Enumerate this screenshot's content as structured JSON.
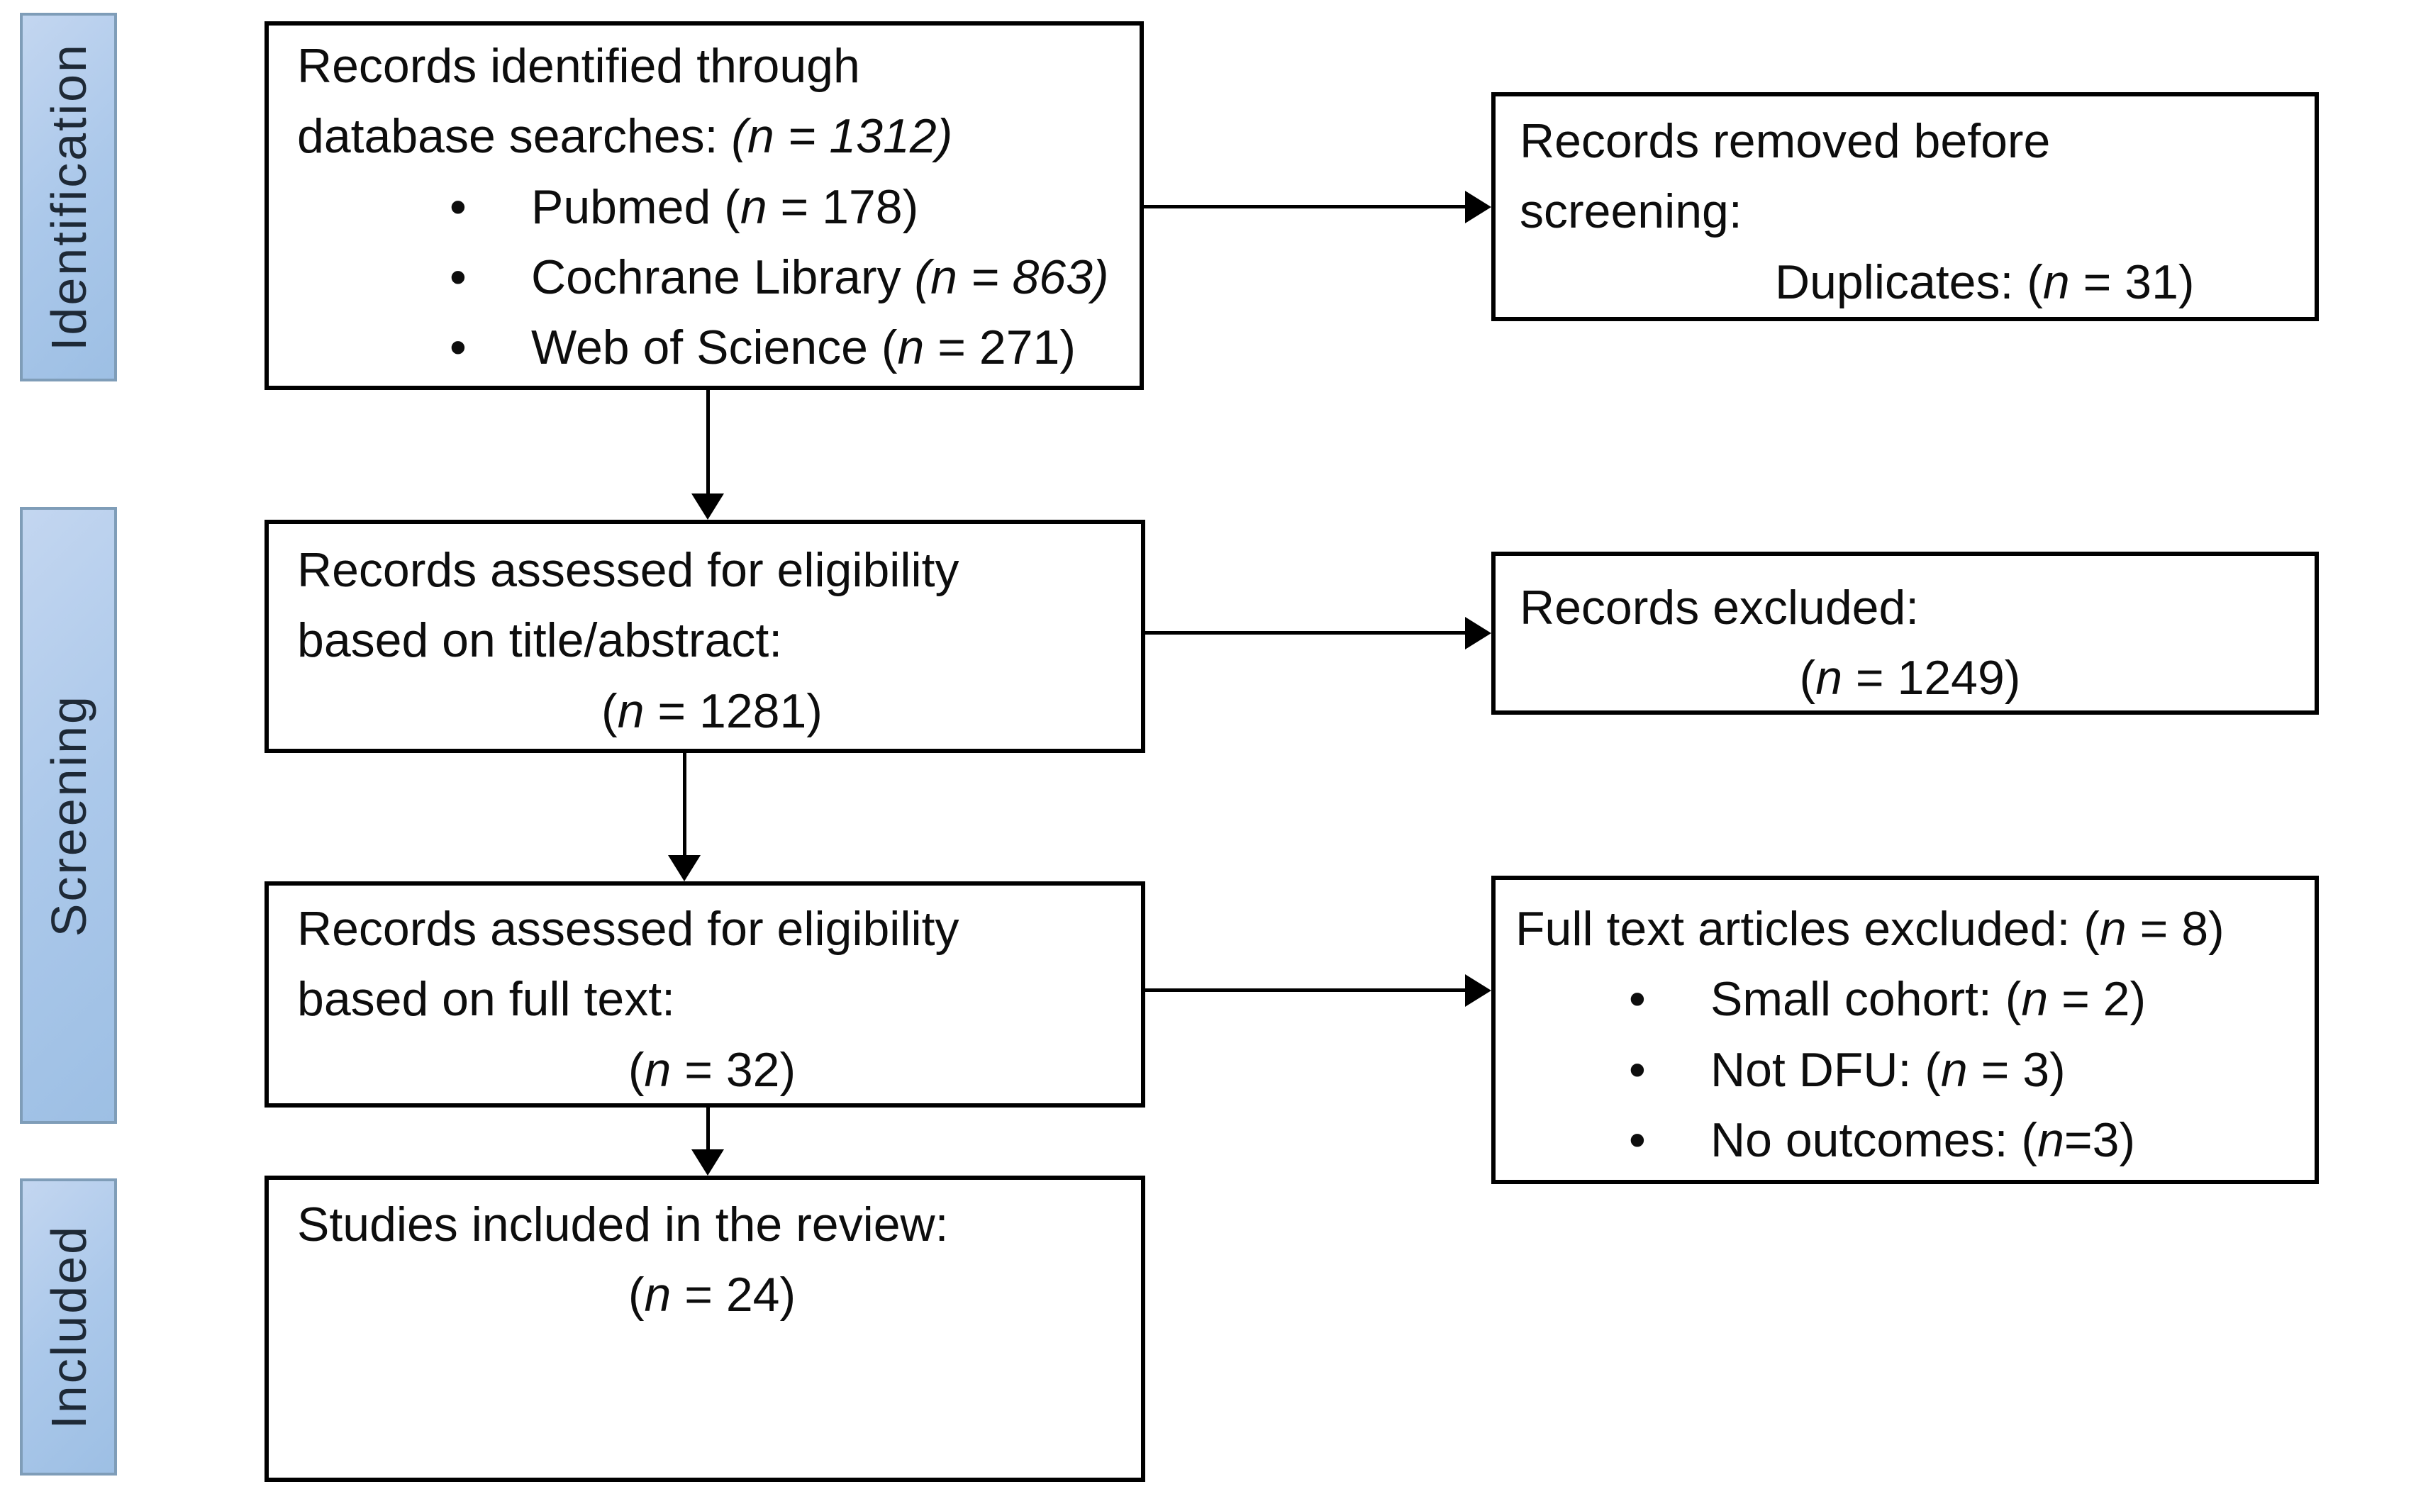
{
  "stages": [
    {
      "id": "identification",
      "label": "Identification"
    },
    {
      "id": "screening",
      "label": "Screening"
    },
    {
      "id": "included",
      "label": "Included"
    }
  ],
  "boxes": {
    "identified": {
      "lines": [
        [
          {
            "t": "Records identified through"
          }
        ],
        [
          {
            "t": "database searches: "
          },
          {
            "t": "(n = 1312)",
            "i": true
          }
        ]
      ],
      "bullets": [
        [
          {
            "t": "Pubmed ("
          },
          {
            "t": "n",
            "i": true
          },
          {
            "t": " = 178)"
          }
        ],
        [
          {
            "t": "Cochrane Library "
          },
          {
            "t": "(n = 863)",
            "i": true
          }
        ],
        [
          {
            "t": "Web of Science ("
          },
          {
            "t": "n",
            "i": true
          },
          {
            "t": " = 271)"
          }
        ]
      ]
    },
    "removed": {
      "lines": [
        [
          {
            "t": "Records removed before"
          }
        ],
        [
          {
            "t": "screening:"
          }
        ]
      ],
      "indented_line": [
        {
          "t": "Duplicates: ("
        },
        {
          "t": "n",
          "i": true
        },
        {
          "t": " = 31)"
        }
      ]
    },
    "title_abstract": {
      "lines": [
        [
          {
            "t": "Records assessed for eligibility"
          }
        ],
        [
          {
            "t": "based on title/abstract:"
          }
        ]
      ],
      "count_line": [
        {
          "t": "("
        },
        {
          "t": "n",
          "i": true
        },
        {
          "t": " = 1281)"
        }
      ]
    },
    "excluded": {
      "lines": [
        [
          {
            "t": "Records excluded:"
          }
        ]
      ],
      "count_line": [
        {
          "t": "("
        },
        {
          "t": "n",
          "i": true
        },
        {
          "t": " = 1249)"
        }
      ]
    },
    "full_text": {
      "lines": [
        [
          {
            "t": "Records assessed for eligibility"
          }
        ],
        [
          {
            "t": "based on full text:"
          }
        ]
      ],
      "count_line": [
        {
          "t": "("
        },
        {
          "t": "n",
          "i": true
        },
        {
          "t": " = 32)"
        }
      ]
    },
    "full_text_excluded": {
      "lines": [
        [
          {
            "t": "Full text articles excluded: ("
          },
          {
            "t": "n",
            "i": true
          },
          {
            "t": " = 8)"
          }
        ]
      ],
      "bullets": [
        [
          {
            "t": "Small cohort: ("
          },
          {
            "t": "n",
            "i": true
          },
          {
            "t": " = 2)"
          }
        ],
        [
          {
            "t": "Not DFU: ("
          },
          {
            "t": "n",
            "i": true
          },
          {
            "t": " = 3)"
          }
        ],
        [
          {
            "t": "No outcomes: ("
          },
          {
            "t": "n",
            "i": true
          },
          {
            "t": "=3)"
          }
        ]
      ]
    },
    "included_studies": {
      "lines": [
        [
          {
            "t": "Studies included in the review:"
          }
        ]
      ],
      "count_line": [
        {
          "t": "("
        },
        {
          "t": "n",
          "i": true
        },
        {
          "t": " = 24)"
        }
      ]
    }
  },
  "bullet_glyph": "•",
  "colors": {
    "stage_fill_light": "#c3d6f0",
    "stage_fill_dark": "#9dbfe4",
    "stage_border": "#7f9db8",
    "stage_text": "#1e2936",
    "box_fill": "#ffffff",
    "box_border": "#000000",
    "text": "#0d0d0d",
    "arrow": "#000000",
    "background": "#ffffff"
  }
}
